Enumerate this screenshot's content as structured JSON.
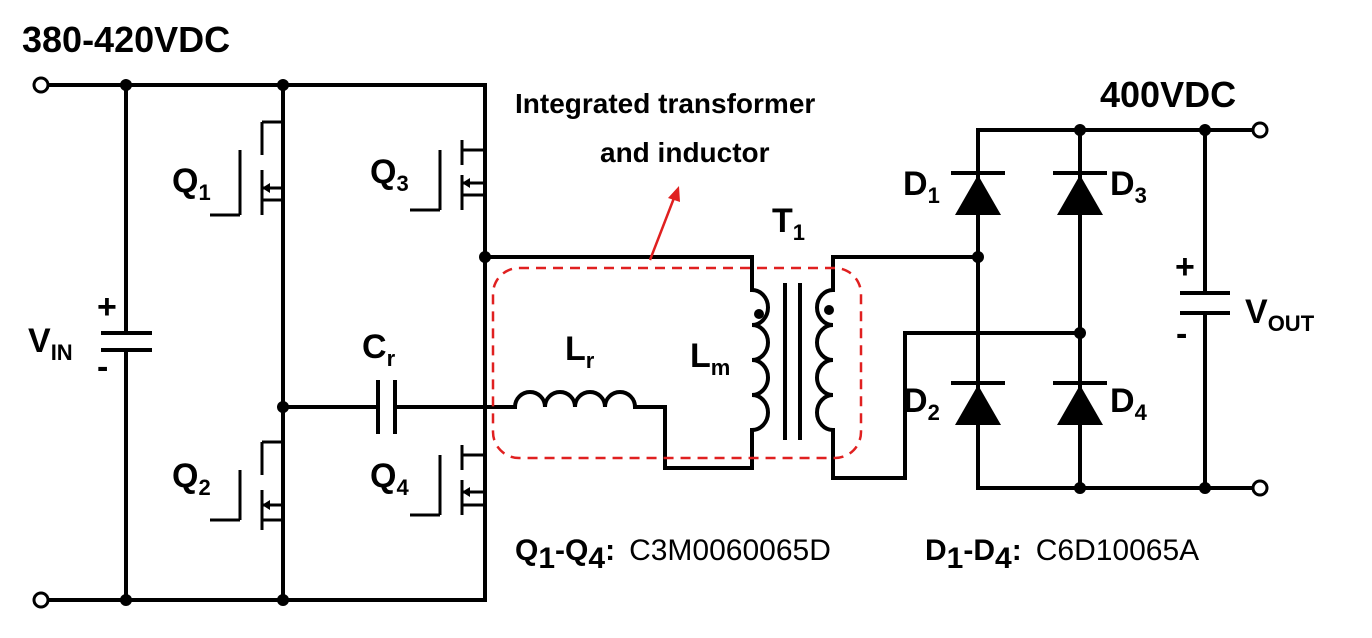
{
  "input_voltage": "380-420VDC",
  "output_voltage": "400VDC",
  "vin": {
    "main": "V",
    "sub": "IN"
  },
  "vout": {
    "main": "V",
    "sub": "OUT"
  },
  "q1": {
    "main": "Q",
    "sub": "1"
  },
  "q2": {
    "main": "Q",
    "sub": "2"
  },
  "q3": {
    "main": "Q",
    "sub": "3"
  },
  "q4": {
    "main": "Q",
    "sub": "4"
  },
  "d1": {
    "main": "D",
    "sub": "1"
  },
  "d2": {
    "main": "D",
    "sub": "2"
  },
  "d3": {
    "main": "D",
    "sub": "3"
  },
  "d4": {
    "main": "D",
    "sub": "4"
  },
  "cr": {
    "main": "C",
    "sub": "r"
  },
  "lr": {
    "main": "L",
    "sub": "r"
  },
  "lm": {
    "main": "L",
    "sub": "m"
  },
  "t1": {
    "main": "T",
    "sub": "1"
  },
  "plus": "+",
  "minus": "-",
  "annotation": {
    "line1": "Integrated transformer",
    "line2": "and inductor"
  },
  "parts": {
    "q_range": {
      "a": "Q",
      "a_sub": "1",
      "dash": "-",
      "b": "Q",
      "b_sub": "4",
      "colon": ":"
    },
    "q_part": "C3M0060065D",
    "d_range": {
      "a": "D",
      "a_sub": "1",
      "dash": "-",
      "b": "D",
      "b_sub": "4",
      "colon": ":"
    },
    "d_part": "C6D10065A"
  },
  "colors": {
    "wire": "#000000",
    "highlight": "#e02020",
    "background": "#ffffff"
  }
}
